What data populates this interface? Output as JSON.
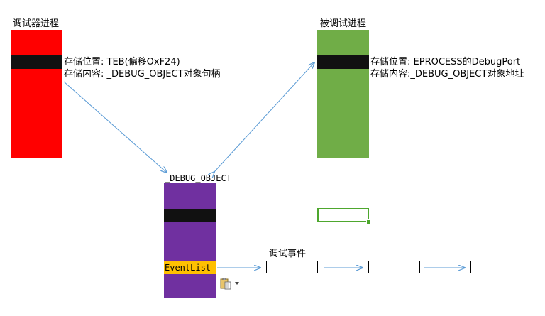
{
  "colors": {
    "debugger_block": "#ff0000",
    "debuggee_block": "#70ad47",
    "debug_object_block": "#7030a0",
    "separator_bar": "#111111",
    "eventlist_highlight": "#ffc000",
    "arrow": "#5b9bd5",
    "selected_cell_border": "#4ea72e"
  },
  "debugger": {
    "title": "调试器进程",
    "storage_location": "存储位置: TEB(偏移OxF24)",
    "storage_content": "存储内容: _DEBUG_OBJECT对象句柄"
  },
  "debuggee": {
    "title": "被调试进程",
    "storage_location": "存储位置: EPROCESS的DebugPort",
    "storage_content": "存储内容:_DEBUG_OBJECT对象地址"
  },
  "debug_object": {
    "title": "_DEBUG_OBJECT",
    "event_list": "EventList"
  },
  "events": {
    "title": "调试事件"
  },
  "icons": {
    "paste_options": "clipboard-paste-icon",
    "dropdown": "dropdown-triangle-icon"
  }
}
